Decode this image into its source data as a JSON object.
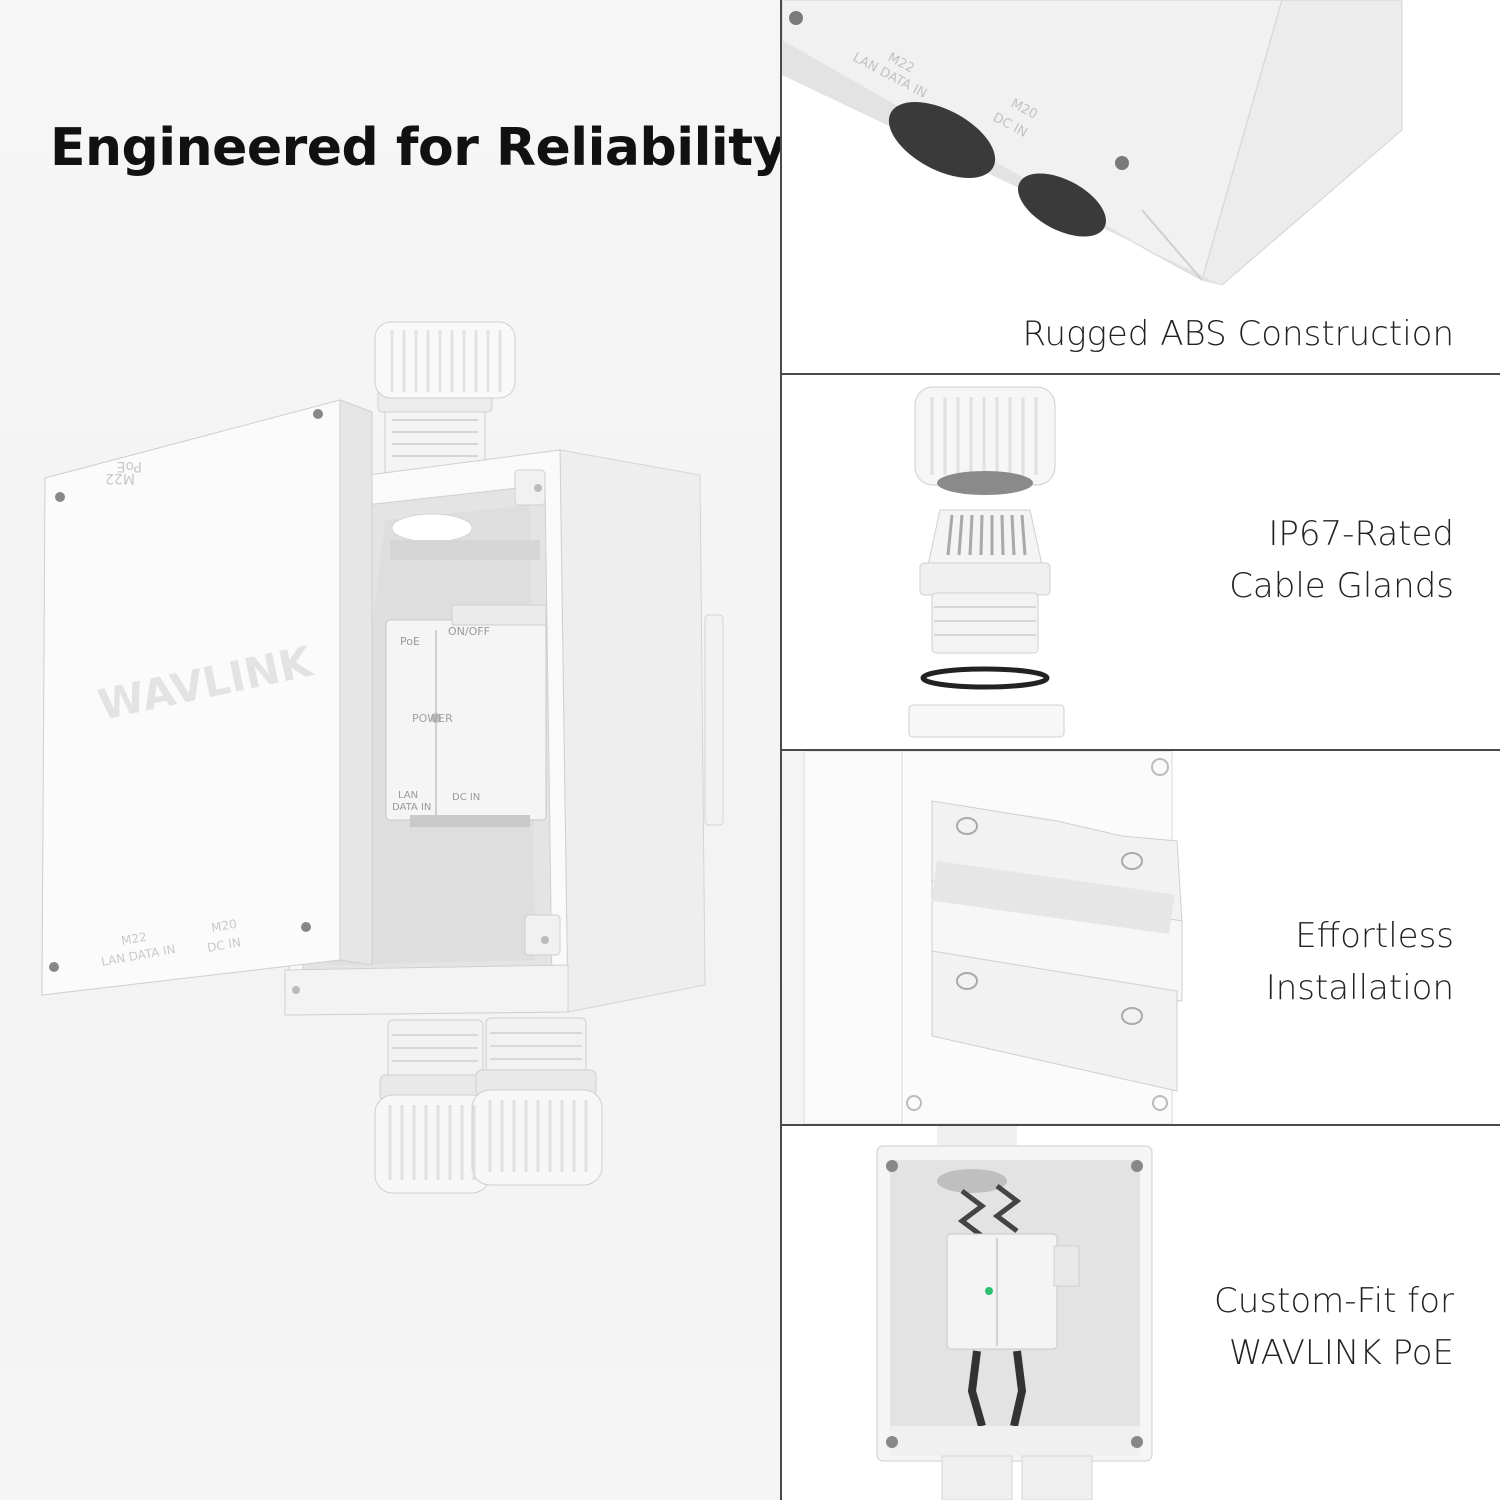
{
  "headline": "Engineered for Reliability",
  "hero": {
    "brand_logo": "WAVLINK",
    "lid_top_label_1": "M22",
    "lid_top_label_2": "PoE",
    "lid_bottom_left_1": "M22",
    "lid_bottom_left_2": "LAN DATA IN",
    "lid_bottom_right_1": "M20",
    "lid_bottom_right_2": "DC IN",
    "module_tl": "PoE",
    "module_tr": "ON/OFF",
    "module_center": "POWER",
    "module_bl_1": "LAN",
    "module_bl_2": "DATA IN",
    "module_br": "DC IN"
  },
  "features": [
    {
      "lines": [
        "Rugged ABS Construction"
      ],
      "img_label_1a": "M22",
      "img_label_1b": "LAN DATA IN",
      "img_label_2a": "M20",
      "img_label_2b": "DC IN"
    },
    {
      "lines": [
        "IP67-Rated",
        "Cable Glands"
      ]
    },
    {
      "lines": [
        "Effortless",
        "Installation"
      ]
    },
    {
      "lines": [
        "Custom-Fit for",
        "WAVLINK PoE"
      ]
    }
  ],
  "colors": {
    "divider": "#4a4a4a",
    "text": "#111111",
    "led": "#2fbf71"
  }
}
